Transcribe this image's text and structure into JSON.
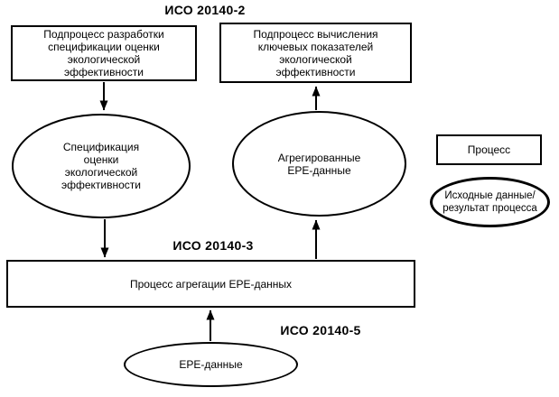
{
  "diagram": {
    "title_labels": {
      "iso_20140_2": "ИСО 20140-2",
      "iso_20140_3": "ИСО 20140-3",
      "iso_20140_5": "ИСО 20140-5"
    },
    "nodes": {
      "develop_spec_box": "Подпроцесс разработки\nспецификации оценки\nэкологической\nэффективности",
      "compute_kpi_box": "Подпроцесс вычисления\nключевых показателей\nэкологической\nэффективности",
      "spec_ellipse": "Спецификация\nоценки\nэкологической\nэффективности",
      "aggregated_ellipse": "Агрегированные\nЕРЕ-данные",
      "aggregation_box": "Процесс агрегации ЕРЕ-данных",
      "epe_data_ellipse": "ЕРЕ-данные"
    },
    "legend": {
      "process_label": "Процесс",
      "data_label": "Исходные данные/\nрезультат процесса"
    },
    "colors": {
      "stroke": "#000000",
      "background": "#ffffff",
      "text": "#000000"
    }
  }
}
